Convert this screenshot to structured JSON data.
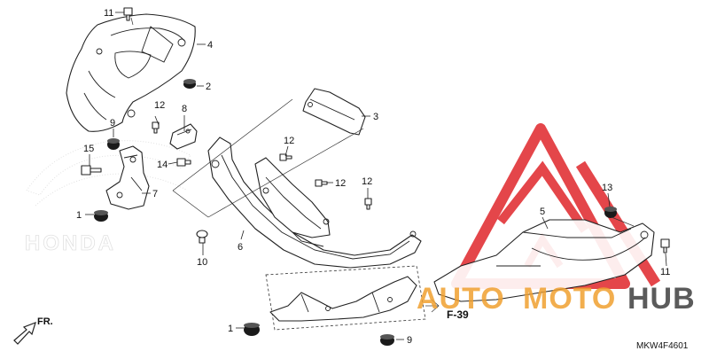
{
  "diagram": {
    "code": "MKW4F4601",
    "ref": "F-39",
    "front_label": "FR.",
    "background_logo": "HONDA",
    "watermark": {
      "prefix": "AUTO",
      "middle": "MOTO",
      "suffix": "HUB",
      "color_red": "#e0262b",
      "color_orange": "#f0a030",
      "color_grey": "#4a4a4a"
    }
  },
  "callouts": [
    {
      "id": "c11a",
      "label": "11"
    },
    {
      "id": "c4",
      "label": "4"
    },
    {
      "id": "c2",
      "label": "2"
    },
    {
      "id": "c3",
      "label": "3"
    },
    {
      "id": "c12a",
      "label": "12"
    },
    {
      "id": "c8",
      "label": "8"
    },
    {
      "id": "c9a",
      "label": "9"
    },
    {
      "id": "c12b",
      "label": "12"
    },
    {
      "id": "c15",
      "label": "15"
    },
    {
      "id": "c14",
      "label": "14"
    },
    {
      "id": "c12c",
      "label": "12"
    },
    {
      "id": "c7",
      "label": "7"
    },
    {
      "id": "c12d",
      "label": "12"
    },
    {
      "id": "c1a",
      "label": "1"
    },
    {
      "id": "c13",
      "label": "13"
    },
    {
      "id": "c5",
      "label": "5"
    },
    {
      "id": "c6",
      "label": "6"
    },
    {
      "id": "c10",
      "label": "10"
    },
    {
      "id": "c11b",
      "label": "11"
    },
    {
      "id": "c1b",
      "label": "1"
    },
    {
      "id": "c9b",
      "label": "9"
    }
  ]
}
